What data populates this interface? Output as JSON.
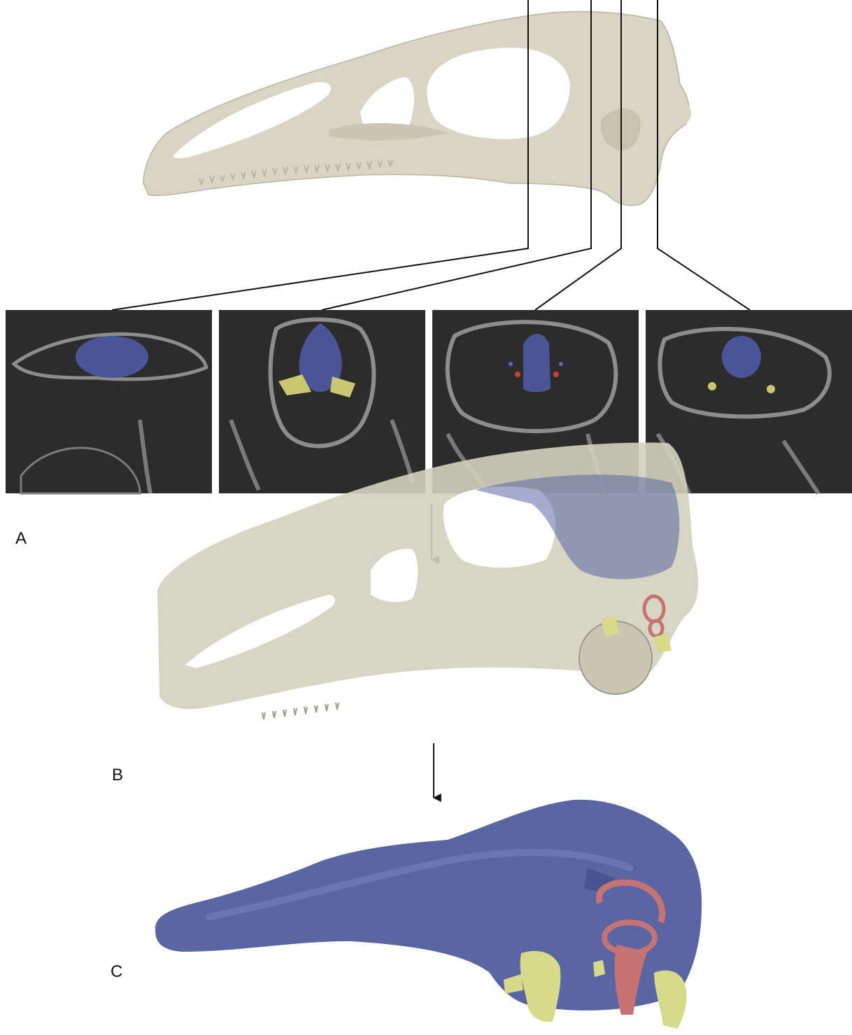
{
  "panels": [
    {
      "label": "A",
      "content": "skull-with-ct-slices"
    },
    {
      "label": "B",
      "content": "translucent-skull-with-endocast"
    },
    {
      "label": "C",
      "content": "isolated-endocast"
    }
  ],
  "ct_slices": [
    {
      "index": 1,
      "structures": [
        "brain-cavity"
      ]
    },
    {
      "index": 2,
      "structures": [
        "brain-cavity",
        "nerve-canals"
      ]
    },
    {
      "index": 3,
      "structures": [
        "brain-cavity",
        "blood-vessels"
      ]
    },
    {
      "index": 4,
      "structures": [
        "brain-cavity",
        "nerve-canals"
      ]
    }
  ],
  "colors": {
    "bone": "#d8d5c4",
    "bone_shadow": "#b9b5a2",
    "endocast": "#5a66a3",
    "endocast_highlight": "#7480bb",
    "inner_ear": "#c77373",
    "nerves": "#d9d98a",
    "vessels_red": "#d23a3a",
    "vessels_blue": "#5a66d0",
    "slice_background": "#2c2c2c",
    "slice_bone": "#8d8d8d",
    "leader_line": "#111111"
  },
  "icons": [
    "down-arrow-icon"
  ]
}
